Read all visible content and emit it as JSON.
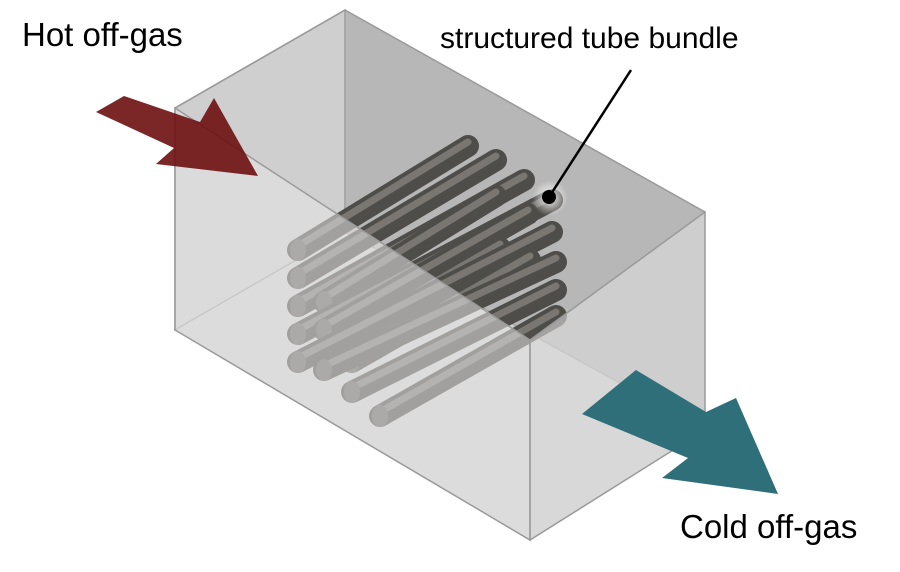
{
  "labels": {
    "hot_inlet": "Hot off-gas",
    "tube_bundle": "structured tube bundle",
    "cold_outlet": "Cold off-gas"
  },
  "colors": {
    "hot_arrow": "#6e0f0f",
    "cold_arrow": "#2f6f7a",
    "box_face": "#d6d6d6",
    "box_inner": "#bdbdbd",
    "tube": "#5c5a57"
  },
  "tube_bundle": {
    "rows": 6,
    "tube_count": 12
  }
}
